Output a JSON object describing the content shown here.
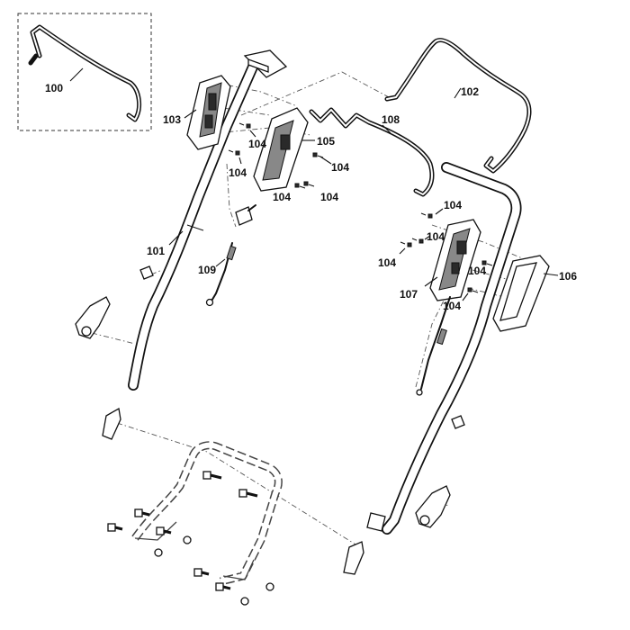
{
  "diagram": {
    "parts": [
      {
        "id": "100",
        "label": "100"
      },
      {
        "id": "101",
        "label": "101"
      },
      {
        "id": "102",
        "label": "102"
      },
      {
        "id": "103",
        "label": "103"
      },
      {
        "id": "104",
        "label": "104"
      },
      {
        "id": "105",
        "label": "105"
      },
      {
        "id": "106",
        "label": "106"
      },
      {
        "id": "107",
        "label": "107"
      },
      {
        "id": "108",
        "label": "108"
      },
      {
        "id": "109",
        "label": "109"
      }
    ],
    "screw_callouts": [
      "104",
      "104",
      "104",
      "104",
      "104",
      "104",
      "104",
      "104",
      "104",
      "104"
    ]
  }
}
